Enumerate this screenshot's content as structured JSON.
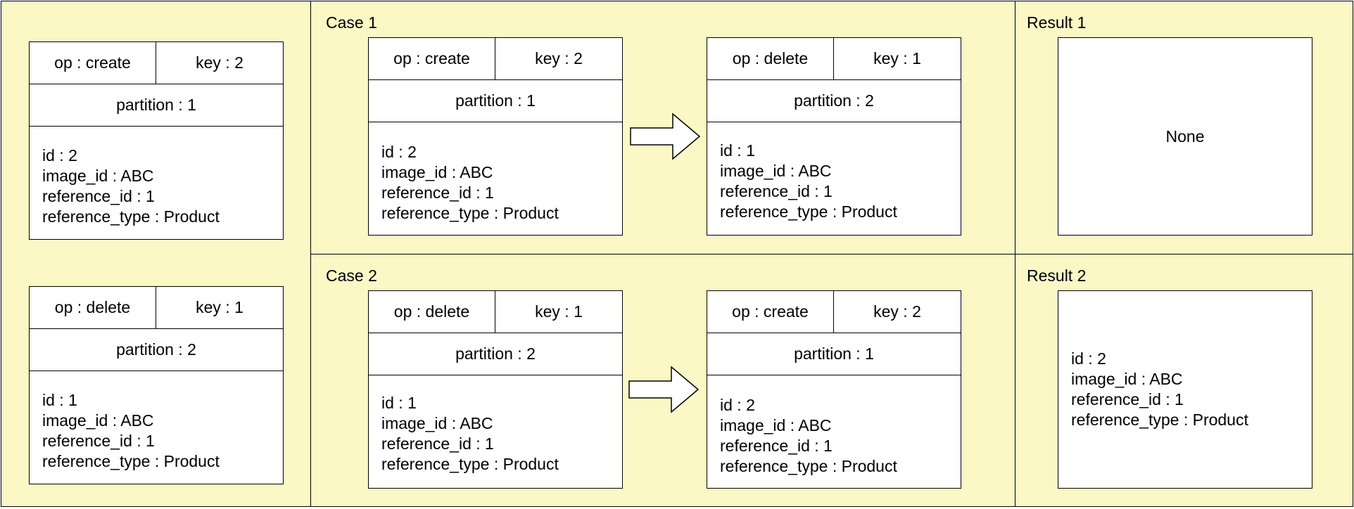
{
  "inputs": [
    {
      "op": "op : create",
      "key": "key : 2",
      "partition": "partition : 1",
      "fields": [
        "id : 2",
        "image_id : ABC",
        "reference_id : 1",
        "reference_type : Product"
      ]
    },
    {
      "op": "op : delete",
      "key": "key : 1",
      "partition": "partition : 2",
      "fields": [
        "id : 1",
        "image_id : ABC",
        "reference_id : 1",
        "reference_type : Product"
      ]
    }
  ],
  "case1": {
    "title": "Case 1",
    "first": {
      "op": "op : create",
      "key": "key : 2",
      "partition": "partition : 1",
      "fields": [
        "id : 2",
        "image_id : ABC",
        "reference_id : 1",
        "reference_type : Product"
      ]
    },
    "second": {
      "op": "op : delete",
      "key": "key : 1",
      "partition": "partition : 2",
      "fields": [
        "id : 1",
        "image_id : ABC",
        "reference_id : 1",
        "reference_type : Product"
      ]
    }
  },
  "case2": {
    "title": "Case 2",
    "first": {
      "op": "op : delete",
      "key": "key : 1",
      "partition": "partition : 2",
      "fields": [
        "id : 1",
        "image_id : ABC",
        "reference_id : 1",
        "reference_type : Product"
      ]
    },
    "second": {
      "op": "op : create",
      "key": "key : 2",
      "partition": "partition : 1",
      "fields": [
        "id : 2",
        "image_id : ABC",
        "reference_id : 1",
        "reference_type : Product"
      ]
    }
  },
  "result1": {
    "title": "Result 1",
    "text": "None"
  },
  "result2": {
    "title": "Result 2",
    "fields": [
      "id : 2",
      "image_id : ABC",
      "reference_id : 1",
      "reference_type : Product"
    ]
  },
  "colors": {
    "panel_fill": "#fbf8c6",
    "box_fill": "#ffffff",
    "stroke": "#000000"
  }
}
